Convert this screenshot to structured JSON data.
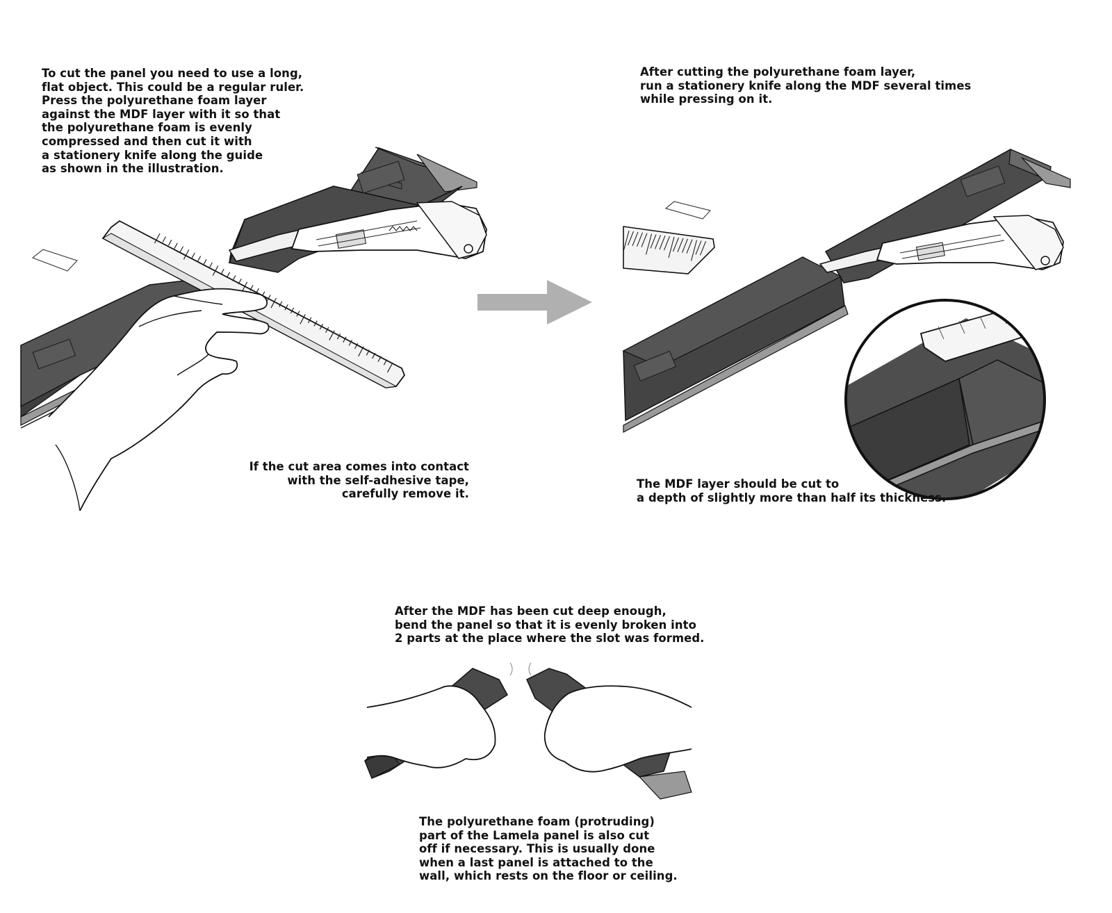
{
  "captions": {
    "step1": [
      "To cut the panel you need to use a long,",
      "flat object. This could be a regular ruler.",
      "Press the polyurethane foam layer",
      "against the MDF layer with it so that",
      "the polyurethane foam is evenly",
      "compressed and then cut it with",
      "a stationery knife along the guide",
      "as shown in the illustration."
    ],
    "step1_note": [
      "If the cut area comes into contact",
      "with the self-adhesive tape,",
      "carefully remove it."
    ],
    "step2": [
      "After cutting the polyurethane foam layer,",
      "run a stationery knife along the MDF several times",
      "while pressing on it."
    ],
    "step2_note": [
      "The MDF layer should be cut to",
      "a depth of slightly more than half its thickness."
    ],
    "step3": [
      "After the MDF has been cut deep enough,",
      "bend the panel so that it is evenly broken into",
      "2 parts at the place where the slot was formed."
    ],
    "step3_note": [
      "The polyurethane foam (protruding)",
      "part of the Lamela panel is also cut",
      "off if necessary. This is usually done",
      "when a last panel is attached to the",
      "wall, which rests on the floor or ceiling."
    ]
  },
  "colors": {
    "panel_dark": "#4a4a4a",
    "panel_mid": "#5c5c5c",
    "mdf_edge": "#8a8a8a",
    "arrow": "#b0b0b0",
    "outline": "#111111"
  },
  "icons": [
    "arrow-right-icon",
    "knife-icon",
    "ruler-icon",
    "hand-icon"
  ]
}
